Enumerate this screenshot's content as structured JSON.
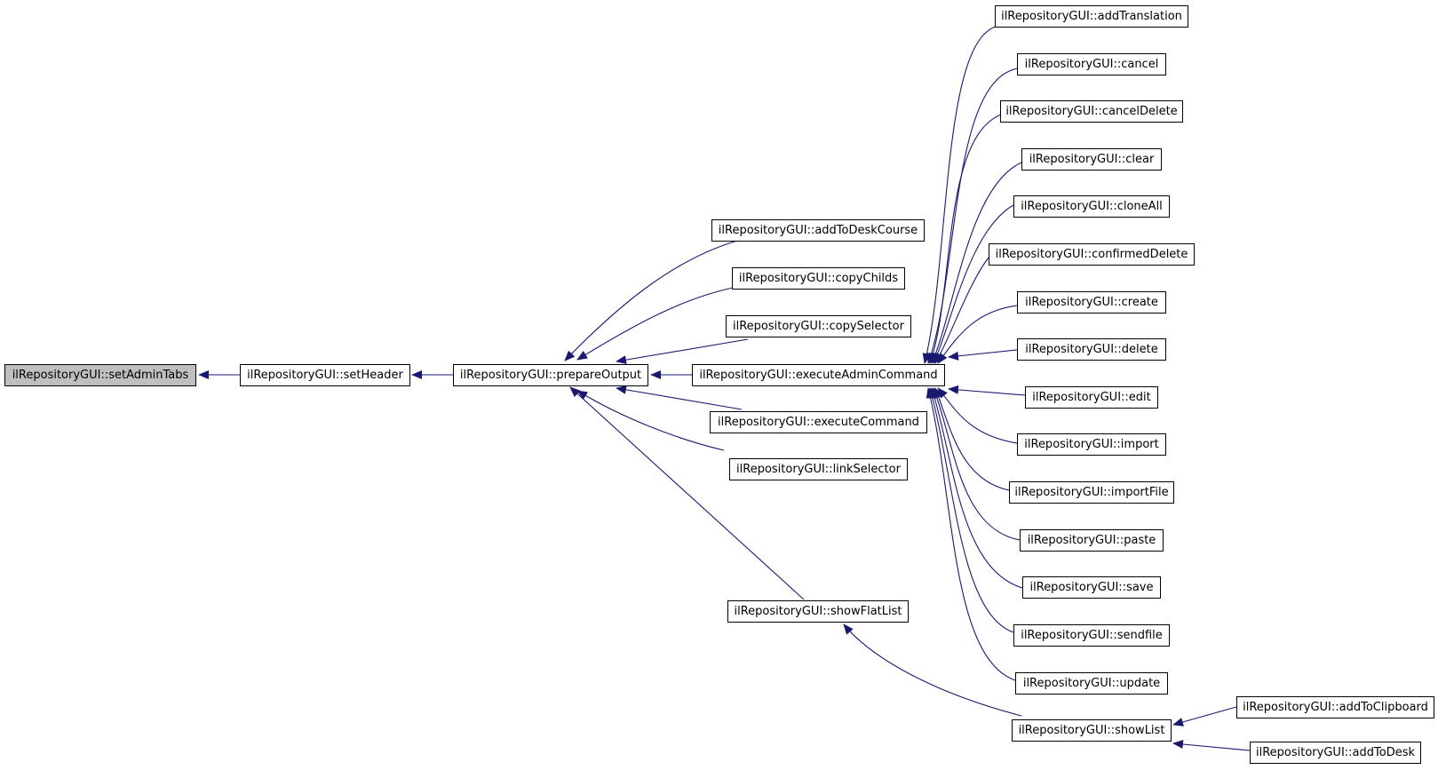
{
  "colors": {
    "edge": "#191970",
    "root_fill": "#bfbfbf",
    "node_fill": "#ffffff",
    "border": "#000000"
  },
  "nodes": {
    "setAdminTabs": "ilRepositoryGUI::setAdminTabs",
    "setHeader": "ilRepositoryGUI::setHeader",
    "prepareOutput": "ilRepositoryGUI::prepareOutput",
    "addToDeskCourse": "ilRepositoryGUI::addToDeskCourse",
    "copyChilds": "ilRepositoryGUI::copyChilds",
    "copySelector": "ilRepositoryGUI::copySelector",
    "executeAdminCommand": "ilRepositoryGUI::executeAdminCommand",
    "executeCommand": "ilRepositoryGUI::executeCommand",
    "linkSelector": "ilRepositoryGUI::linkSelector",
    "showFlatList": "ilRepositoryGUI::showFlatList",
    "addTranslation": "ilRepositoryGUI::addTranslation",
    "cancel": "ilRepositoryGUI::cancel",
    "cancelDelete": "ilRepositoryGUI::cancelDelete",
    "clear": "ilRepositoryGUI::clear",
    "cloneAll": "ilRepositoryGUI::cloneAll",
    "confirmedDelete": "ilRepositoryGUI::confirmedDelete",
    "create": "ilRepositoryGUI::create",
    "delete": "ilRepositoryGUI::delete",
    "edit": "ilRepositoryGUI::edit",
    "import": "ilRepositoryGUI::import",
    "importFile": "ilRepositoryGUI::importFile",
    "paste": "ilRepositoryGUI::paste",
    "save": "ilRepositoryGUI::save",
    "sendfile": "ilRepositoryGUI::sendfile",
    "update": "ilRepositoryGUI::update",
    "showList": "ilRepositoryGUI::showList",
    "addToClipboard": "ilRepositoryGUI::addToClipboard",
    "addToDesk": "ilRepositoryGUI::addToDesk"
  }
}
